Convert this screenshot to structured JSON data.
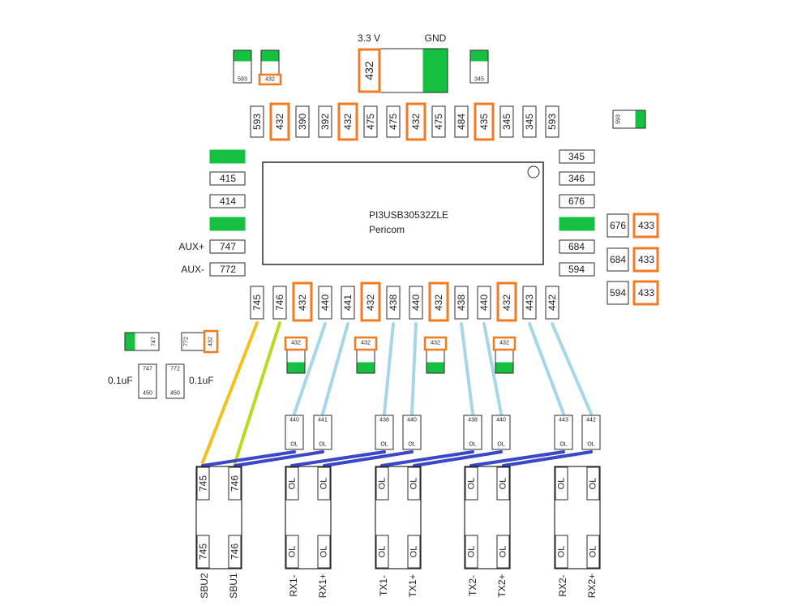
{
  "power": {
    "vcc_label": "3.3 V",
    "gnd_label": "GND",
    "vcc_value": "432"
  },
  "colors": {
    "green": "#16c040",
    "orange": "#f47a20",
    "light_blue": "#a6d7e8",
    "dark_blue": "#3a48c8",
    "yellow": "#f4c020",
    "lime": "#b6dc20",
    "outline": "#2a2a2a"
  },
  "chip": {
    "part_number": "PI3USB30532ZLE",
    "maker": "Pericom"
  },
  "top_small_caps": [
    "593",
    "432",
    "345"
  ],
  "top_pins": [
    "593",
    "432",
    "390",
    "392",
    "432",
    "475",
    "475",
    "432",
    "475",
    "484",
    "435",
    "345",
    "345",
    "593"
  ],
  "top_pins_highlight": [
    false,
    true,
    false,
    false,
    true,
    false,
    false,
    true,
    false,
    false,
    true,
    false,
    false,
    false
  ],
  "right_cap": "593",
  "left_pins": [
    "",
    "415",
    "414",
    "",
    "747",
    "772"
  ],
  "left_pin_labels": [
    "AUX+",
    "AUX-"
  ],
  "right_pins": [
    "345",
    "346",
    "676",
    "",
    "684",
    "594"
  ],
  "right_resistors": [
    [
      "676",
      "433"
    ],
    [
      "684",
      "433"
    ],
    [
      "594",
      "433"
    ]
  ],
  "bottom_pins": [
    "745",
    "746",
    "432",
    "440",
    "441",
    "432",
    "438",
    "440",
    "432",
    "438",
    "440",
    "432",
    "443",
    "442"
  ],
  "bottom_pins_highlight": [
    false,
    false,
    true,
    false,
    false,
    true,
    false,
    false,
    true,
    false,
    false,
    true,
    false,
    false
  ],
  "bottom_caps": [
    "432",
    "432",
    "432",
    "432"
  ],
  "left_caps": {
    "h1": [
      "747"
    ],
    "h2": [
      "772",
      "432"
    ],
    "v1": [
      "747",
      "450"
    ],
    "v2": [
      "772",
      "450"
    ],
    "left_value": "0.1uF",
    "right_value": "0.1uF"
  },
  "series_caps": [
    [
      "440",
      "OL"
    ],
    [
      "441",
      "OL"
    ],
    [
      "438",
      "OL"
    ],
    [
      "440",
      "OL"
    ],
    [
      "438",
      "OL"
    ],
    [
      "440",
      "OL"
    ],
    [
      "443",
      "OL"
    ],
    [
      "442",
      "OL"
    ]
  ],
  "connectors": [
    {
      "pins": [
        "745",
        "746",
        "745",
        "746"
      ],
      "labels": [
        "SBU2",
        "SBU1"
      ]
    },
    {
      "pins": [
        "OL",
        "OL",
        "OL",
        "OL"
      ],
      "labels": [
        "RX1-",
        "RX1+"
      ]
    },
    {
      "pins": [
        "OL",
        "OL",
        "OL",
        "OL"
      ],
      "labels": [
        "TX1-",
        "TX1+"
      ]
    },
    {
      "pins": [
        "OL",
        "OL",
        "OL",
        "OL"
      ],
      "labels": [
        "TX2-",
        "TX2+"
      ]
    },
    {
      "pins": [
        "OL",
        "OL",
        "OL",
        "OL"
      ],
      "labels": [
        "RX2-",
        "RX2+"
      ]
    }
  ]
}
